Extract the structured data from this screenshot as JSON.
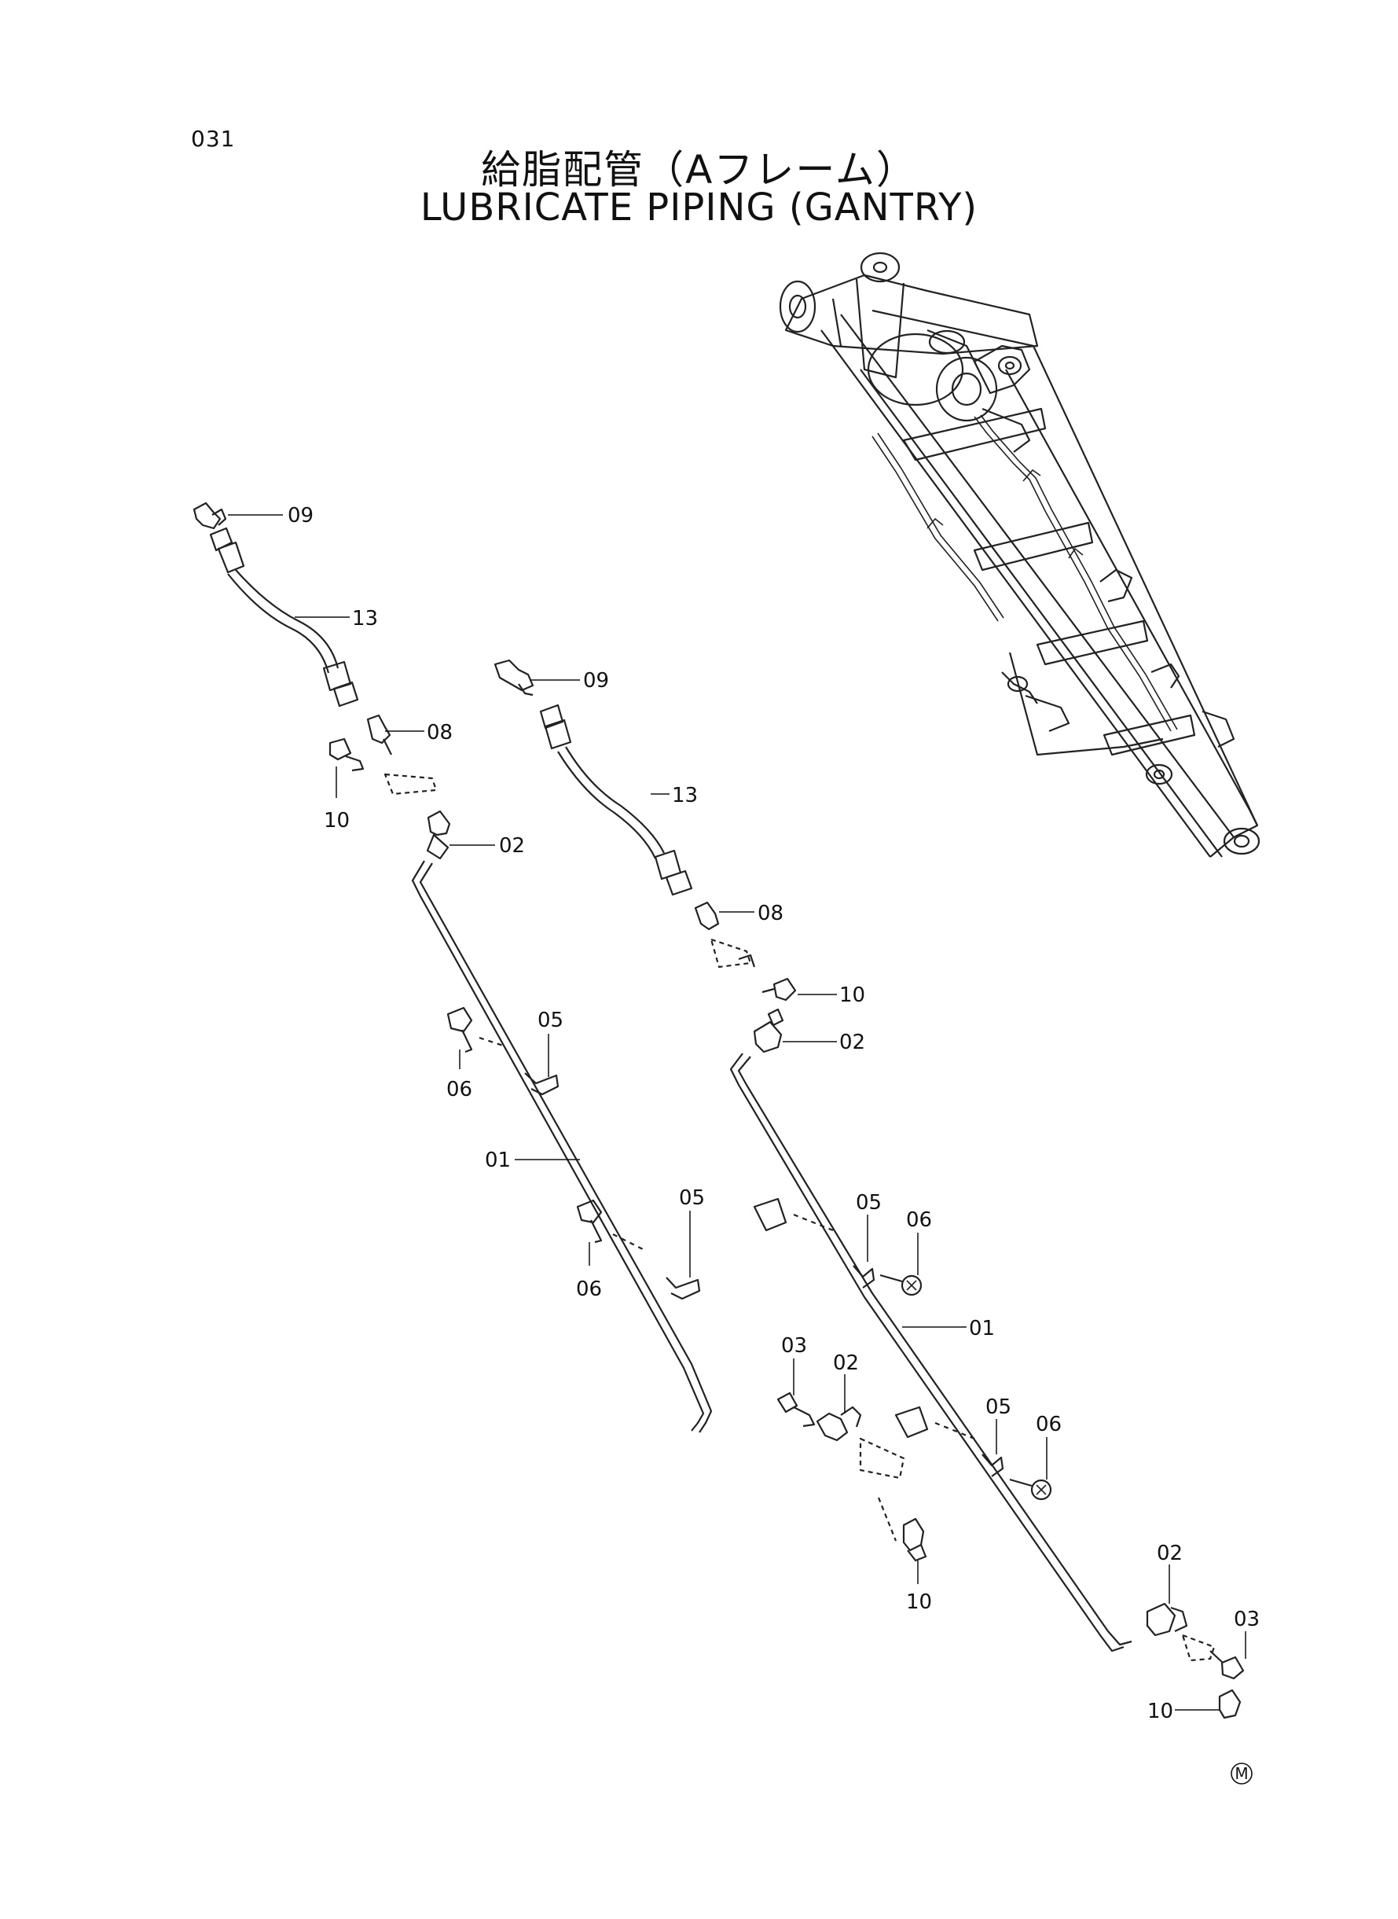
{
  "page": {
    "number": "031",
    "title_jp": "給脂配管（Aフレーム）",
    "title_en": "LUBRICATE PIPING (GANTRY)",
    "mark": "M"
  },
  "callouts": {
    "c09a": "09",
    "c13a": "13",
    "c08a": "08",
    "c10a": "10",
    "c02a": "02",
    "c05a": "05",
    "c06a": "06",
    "c01a": "01",
    "c05b": "05",
    "c06b": "06",
    "c03a": "03",
    "c02b": "02",
    "c10b": "10",
    "c09b": "09",
    "c13b": "13",
    "c08b": "08",
    "c10c": "10",
    "c02c": "02",
    "c05c": "05",
    "c06c": "06",
    "c01b": "01",
    "c05d": "05",
    "c06d": "06",
    "c02d": "02",
    "c03b": "03",
    "c10d": "10"
  }
}
